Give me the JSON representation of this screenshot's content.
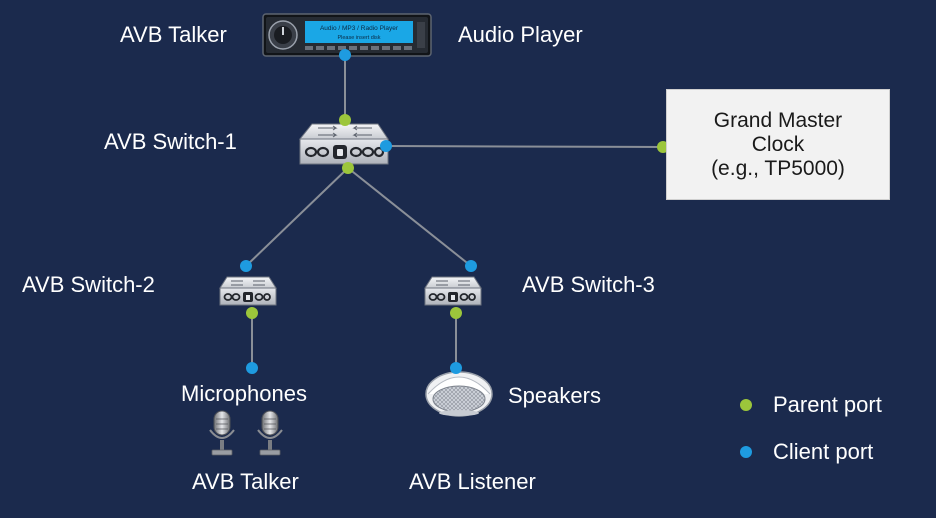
{
  "labels": {
    "top_talker": "AVB Talker",
    "audio_player": "Audio Player",
    "switch1": "AVB Switch-1",
    "switch2": "AVB Switch-2",
    "switch3": "AVB Switch-3",
    "microphones": "Microphones",
    "speakers": "Speakers",
    "bottom_talker": "AVB Talker",
    "listener": "AVB Listener"
  },
  "grand_master": {
    "line1": "Grand Master",
    "line2": "Clock",
    "line3": "(e.g., TP5000)"
  },
  "player_display": {
    "line1": "Audio / MP3 / Radio Player",
    "line2": "Please insert disk"
  },
  "legend": {
    "parent": "Parent port",
    "client": "Client port"
  },
  "colors": {
    "background": "#1b2a4d",
    "parent_port": "#9cc63b",
    "client_port": "#1e9be0",
    "link": "#8a8f98"
  }
}
